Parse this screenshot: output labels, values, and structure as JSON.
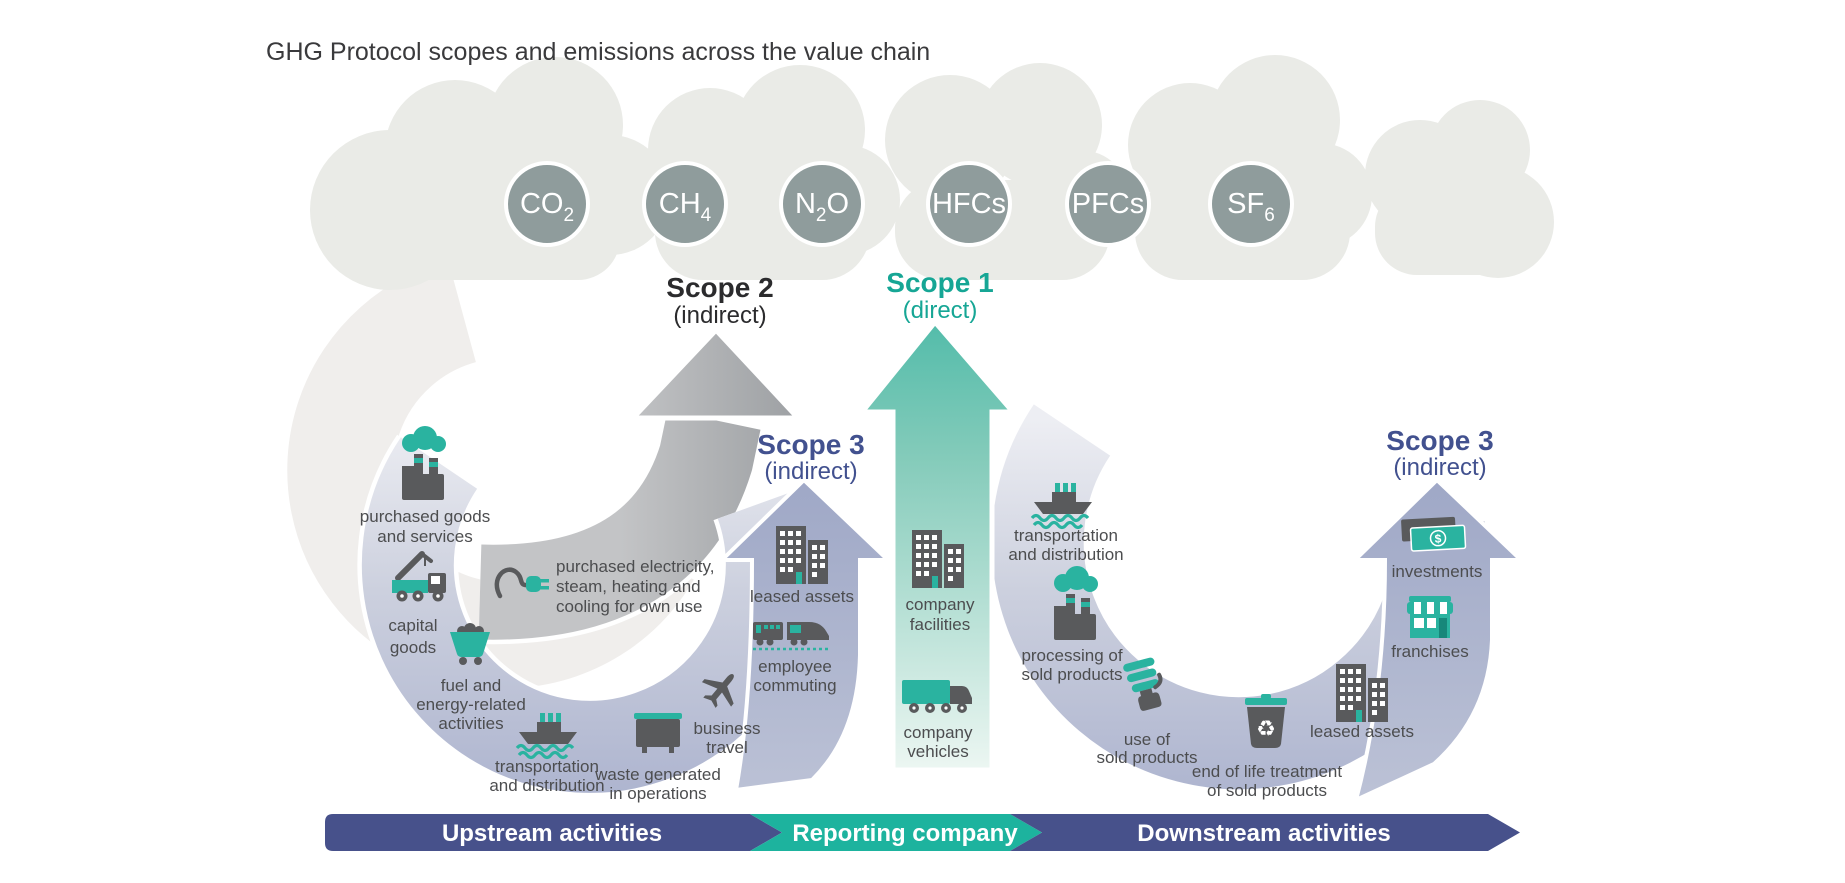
{
  "title": "GHG Protocol scopes and emissions across the value chain",
  "gases": [
    {
      "pre": "CO",
      "sub": "2",
      "post": ""
    },
    {
      "pre": "CH",
      "sub": "4",
      "post": ""
    },
    {
      "pre": "N",
      "sub": "2",
      "post": "O"
    },
    {
      "pre": "HFCs",
      "sub": "",
      "post": ""
    },
    {
      "pre": "PFCs",
      "sub": "",
      "post": ""
    },
    {
      "pre": "SF",
      "sub": "6",
      "post": ""
    }
  ],
  "scopes": {
    "scope2": {
      "name": "Scope 2",
      "type": "(indirect)"
    },
    "scope1": {
      "name": "Scope 1",
      "type": "(direct)"
    },
    "scope3_upstream": {
      "name": "Scope 3",
      "type": "(indirect)"
    },
    "scope3_downstream": {
      "name": "Scope 3",
      "type": "(indirect)"
    }
  },
  "upstream_items": {
    "purchased_goods": [
      "purchased goods",
      "and services"
    ],
    "capital_goods": [
      "capital",
      "goods"
    ],
    "fuel_energy": [
      "fuel and",
      "energy-related",
      "activities"
    ],
    "transport": [
      "transportation",
      "and distribution"
    ],
    "waste": [
      "waste generated",
      "in operations"
    ],
    "business_travel": [
      "business",
      "travel"
    ],
    "employee_commuting": [
      "employee",
      "commuting"
    ],
    "leased_assets": [
      "leased assets"
    ],
    "purchased_electricity": [
      "purchased electricity,",
      "steam, heating and",
      "cooling for own use"
    ]
  },
  "company_items": {
    "facilities": [
      "company",
      "facilities"
    ],
    "vehicles": [
      "company",
      "vehicles"
    ]
  },
  "downstream_items": {
    "transport": [
      "transportation",
      "and distribution"
    ],
    "processing": [
      "processing of",
      "sold products"
    ],
    "use_of_sold": [
      "use of",
      "sold products"
    ],
    "end_of_life": [
      "end of life treatment",
      "of sold products"
    ],
    "leased_assets": [
      "leased assets"
    ],
    "franchises": [
      "franchises"
    ],
    "investments": [
      "investments"
    ]
  },
  "bottom_bar": {
    "upstream": "Upstream activities",
    "reporting": "Reporting company",
    "downstream": "Downstream activities"
  },
  "glyphs": {
    "recycle": "♻",
    "dollar": "$"
  },
  "colors": {
    "teal_icon": "#2ab3a0",
    "teal_scope1_text": "#16a695",
    "teal_bar": "#1db39e",
    "navy_bar": "#47518b",
    "scope3_text": "#42518f",
    "scope2_gray": "#a7a9ac",
    "scope3_arrow": "#a6aeca",
    "horseshoe_light": "#e9ebf1",
    "horseshoe_dark": "#afb6cf",
    "cloud_gray": "#eaebe7",
    "gas_circle": "#8f9c9c",
    "icon_dark": "#595a5c",
    "label_text": "#4c4d4f"
  }
}
